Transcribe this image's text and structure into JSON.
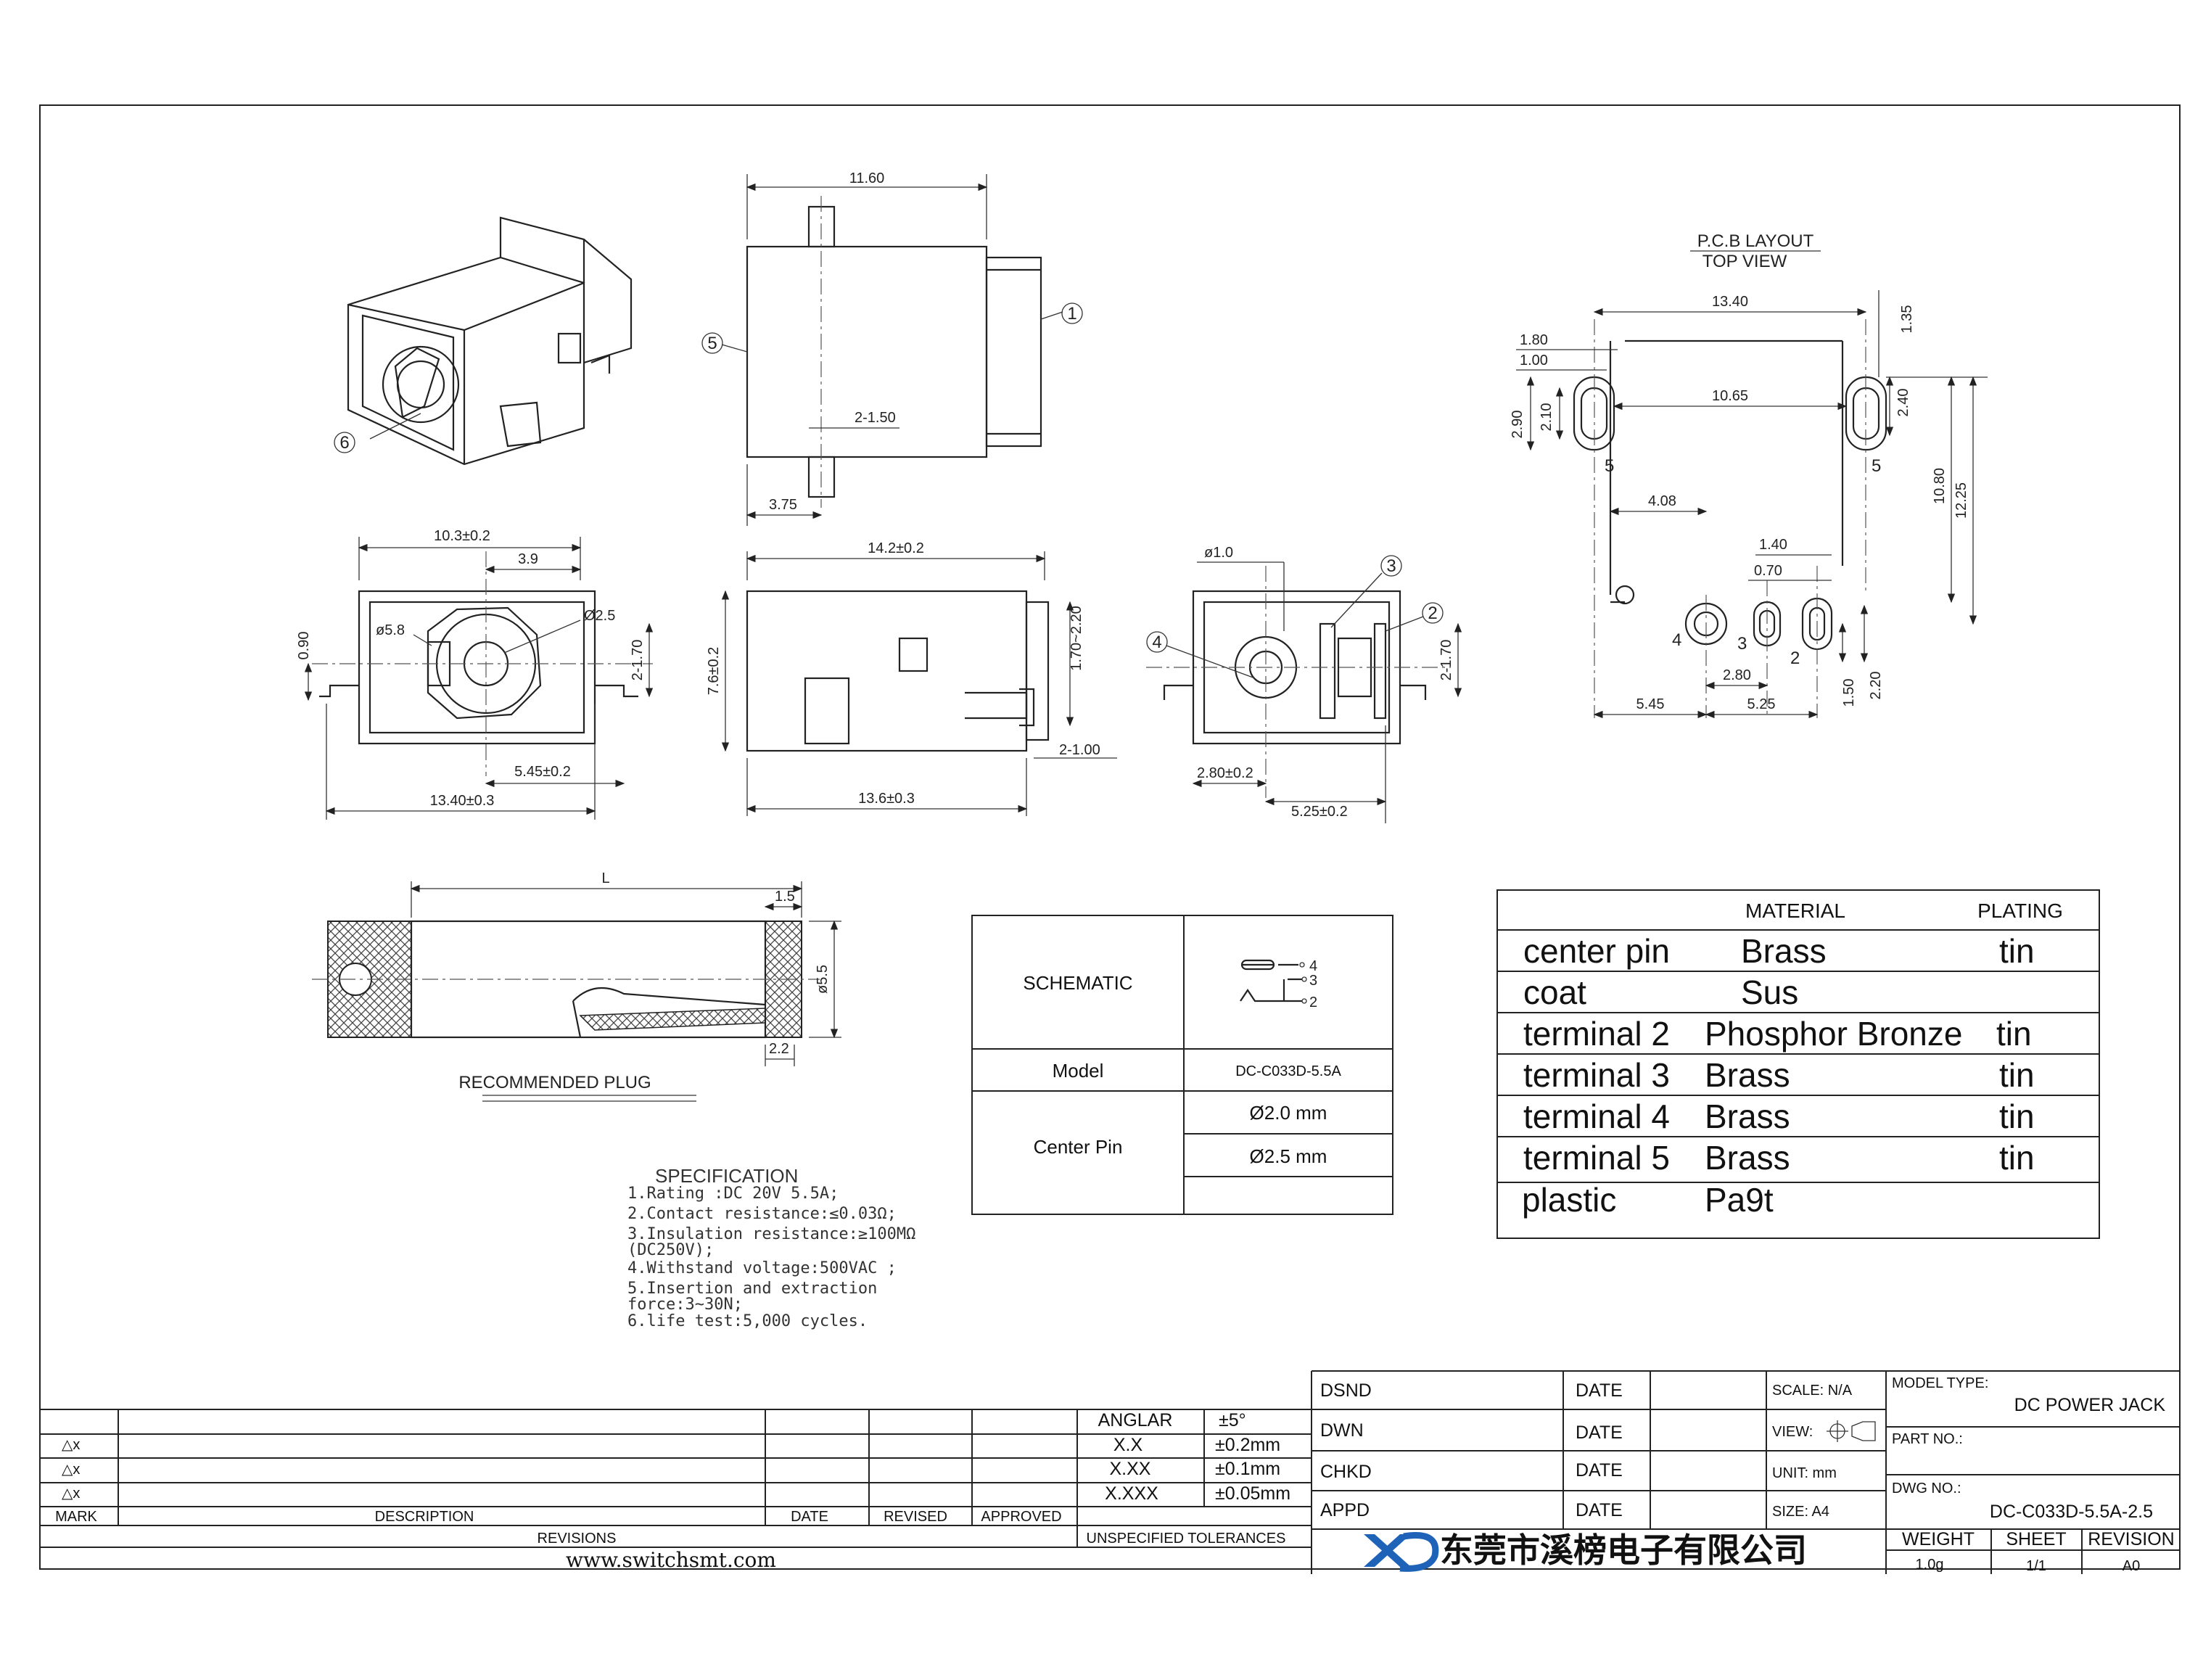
{
  "drawing": {
    "title_block": {
      "dsnd_label": "DSND",
      "dwn_label": "DWN",
      "chkd_label": "CHKD",
      "appd_label": "APPD",
      "date_label": "DATE",
      "scale": "SCALE: N/A",
      "view_label": "VIEW:",
      "unit": "UNIT: mm",
      "size": "SIZE: A4",
      "model_type_label": "MODEL TYPE:",
      "model_type": "DC POWER JACK",
      "part_no_label": "PART NO.:",
      "dwg_no_label": "DWG NO.:",
      "dwg_no": "DC-C033D-5.5A-2.5",
      "weight_label": "WEIGHT",
      "weight": "1.0g",
      "sheet_label": "SHEET",
      "sheet": "1/1",
      "revision_label": "REVISION",
      "revision": "A0",
      "company": "东莞市溪榜电子有限公司",
      "website": "www.switchsmt.com"
    },
    "revisions": {
      "headers": [
        "MARK",
        "DESCRIPTION",
        "DATE",
        "REVISED",
        "APPROVED"
      ],
      "marks": [
        "△x",
        "△x",
        "△x"
      ],
      "footer": "REVISIONS",
      "tolerances_title": "UNSPECIFIED TOLERANCES",
      "tolerances": [
        {
          "label": "ANGLAR",
          "value": "±5°"
        },
        {
          "label": "X.X",
          "value": "±0.2mm"
        },
        {
          "label": "X.XX",
          "value": "±0.1mm"
        },
        {
          "label": "X.XXX",
          "value": "±0.05mm"
        }
      ]
    },
    "spec": {
      "title": "SPECIFICATION",
      "lines": [
        "1.Rating :DC 20V 5.5A;",
        "2.Contact resistance:≤0.03Ω;",
        "3.Insulation resistance:≥100MΩ",
        "(DC250V);",
        "4.Withstand voltage:500VAC ;",
        "5.Insertion and extraction",
        "force:3~30N;",
        "6.life test:5,000 cycles."
      ]
    },
    "schematic_table": {
      "schematic_label": "SCHEMATIC",
      "pins": [
        "4",
        "3",
        "2"
      ],
      "model_label": "Model",
      "model_value": "DC-C033D-5.5A",
      "center_pin_label": "Center Pin",
      "center_pin_values": [
        "Ø2.0 mm",
        "Ø2.5 mm"
      ]
    },
    "material_table": {
      "headers": [
        "MATERIAL",
        "PLATING"
      ],
      "rows": [
        {
          "part": "center pin",
          "material": "Brass",
          "plating": "tin"
        },
        {
          "part": "coat",
          "material": "Sus",
          "plating": ""
        },
        {
          "part": "terminal 2",
          "material": "Phosphor Bronze",
          "plating": "tin"
        },
        {
          "part": "terminal 3",
          "material": "Brass",
          "plating": "tin"
        },
        {
          "part": "terminal 4",
          "material": "Brass",
          "plating": "tin"
        },
        {
          "part": "terminal 5",
          "material": "Brass",
          "plating": "tin"
        },
        {
          "part": "plastic",
          "material": "Pa9t",
          "plating": ""
        }
      ]
    },
    "pcb_layout": {
      "title": "P.C.B LAYOUT",
      "subtitle": "TOP VIEW",
      "dims": {
        "d13_40": "13.40",
        "d1_35": "1.35",
        "d1_80": "1.80",
        "d1_00": "1.00",
        "d10_65": "10.65",
        "d2_90": "2.90",
        "d2_10": "2.10",
        "d2_40": "2.40",
        "d10_80": "10.80",
        "d12_25": "12.25",
        "d4_08": "4.08",
        "d1_40": "1.40",
        "d0_70": "0.70",
        "d2_80": "2.80",
        "d1_50": "1.50",
        "d2_20": "2.20",
        "d5_45": "5.45",
        "d5_25": "5.25"
      },
      "pins": {
        "p5a": "5",
        "p5b": "5",
        "p4": "4",
        "p3": "3",
        "p2": "2"
      }
    },
    "views": {
      "side": {
        "d11_60": "11.60",
        "d2_1_50": "2-1.50",
        "d3_75": "3.75",
        "c1": "1",
        "c5": "5"
      },
      "iso": {
        "c6": "6"
      },
      "front": {
        "d10_3": "10.3±0.2",
        "d3_9": "3.9",
        "d0_90": "0.90",
        "d5_8": "ø5.8",
        "d2_5": "Ø2.5",
        "d2_1_70": "2-1.70",
        "d5_45": "5.45±0.2",
        "d13_40": "13.40±0.3"
      },
      "middle": {
        "d14_2": "14.2±0.2",
        "d7_6": "7.6±0.2",
        "d1_70_2_20": "1.70~2.20",
        "d2_1_00": "2-1.00",
        "d13_6": "13.6±0.3"
      },
      "right": {
        "d1_0": "ø1.0",
        "c3": "3",
        "c2": "2",
        "c4": "4",
        "d2_1_70": "2-1.70",
        "d2_80": "2.80±0.2",
        "d5_25": "5.25±0.2"
      },
      "plug": {
        "L": "L",
        "d1_5": "1.5",
        "d5_5": "ø5.5",
        "d2_2": "2.2",
        "caption": "RECOMMENDED    PLUG"
      }
    }
  }
}
